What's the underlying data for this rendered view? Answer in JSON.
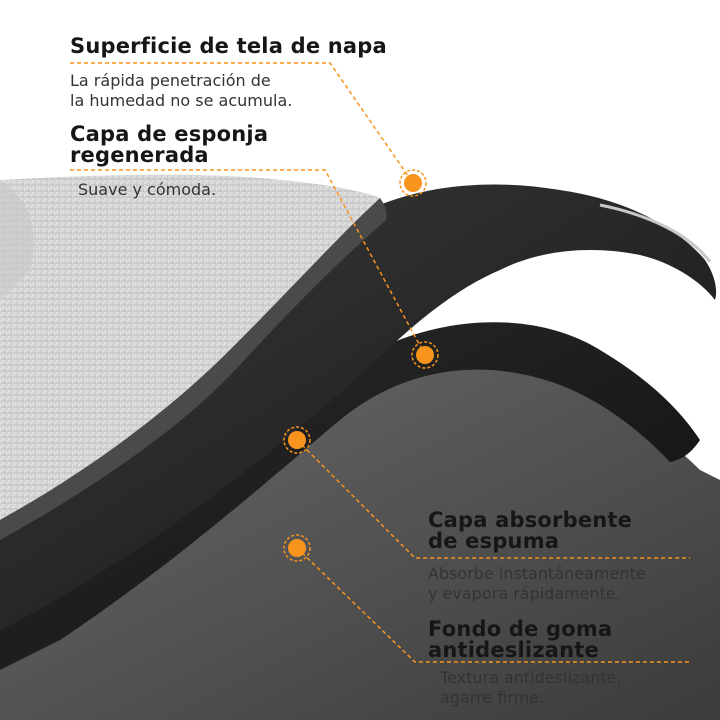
{
  "labels": [
    {
      "title": [
        "Superficie de tela de napa"
      ],
      "description": [
        "La rápida penetración de",
        "la humedad no se acumula."
      ]
    },
    {
      "title": [
        "Capa de esponja",
        "regenerada"
      ],
      "description": [
        "Suave y cómoda."
      ]
    },
    {
      "title": [
        "Capa absorbente",
        "de espuma"
      ],
      "description": [
        "Absorbe instantáneamente",
        "y evapora rápidamente."
      ]
    },
    {
      "title": [
        "Fondo de goma",
        "antideslizante"
      ],
      "description": [
        "Textura antideslizante,",
        "agarre firme."
      ]
    }
  ],
  "colors": {
    "accent": "#f7941d",
    "surface_fabric": "#d9d9d9",
    "sponge_layer": "#1c1c1c",
    "foam_layer": "#2a2a2a",
    "rubber_base": "#3a3a3a",
    "heading_text": "#161616"
  }
}
